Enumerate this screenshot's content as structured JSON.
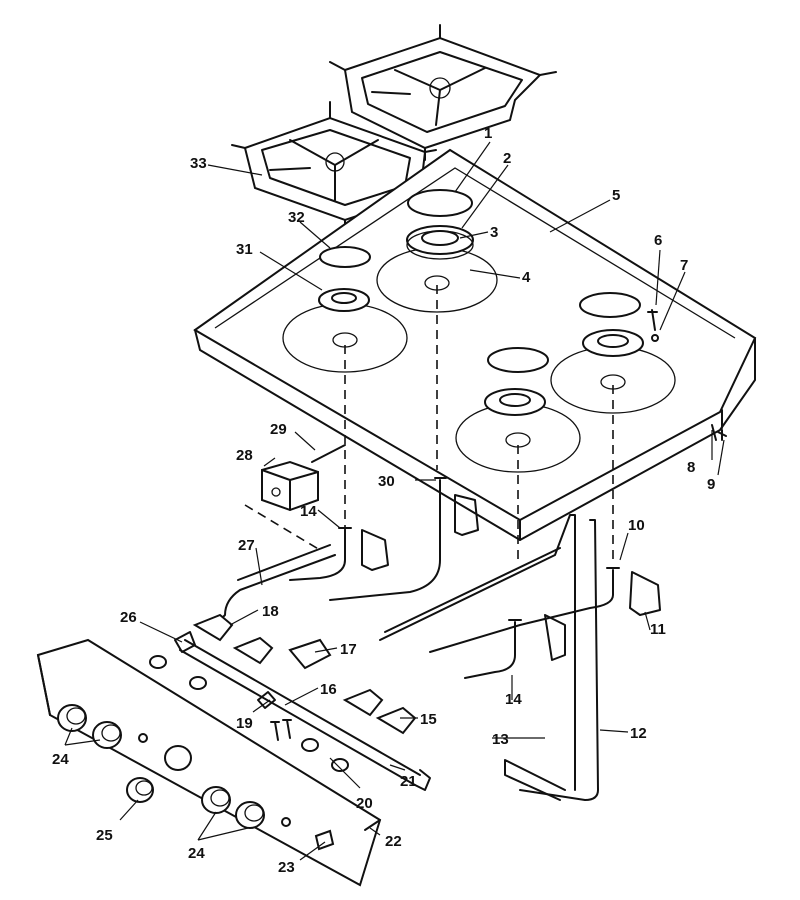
{
  "callouts": {
    "c1": "1",
    "c2": "2",
    "c3": "3",
    "c4": "4",
    "c5": "5",
    "c6": "6",
    "c7": "7",
    "c8": "8",
    "c9": "9",
    "c10": "10",
    "c11": "11",
    "c12": "12",
    "c13": "13",
    "c14a": "14",
    "c14b": "14",
    "c15": "15",
    "c16": "16",
    "c17": "17",
    "c18": "18",
    "c19": "19",
    "c20": "20",
    "c21": "21",
    "c22": "22",
    "c23": "23",
    "c24a": "24",
    "c24b": "24",
    "c25": "25",
    "c26": "26",
    "c27": "27",
    "c28": "28",
    "c29": "29",
    "c30": "30",
    "c31": "31",
    "c32": "32",
    "c33": "33"
  }
}
